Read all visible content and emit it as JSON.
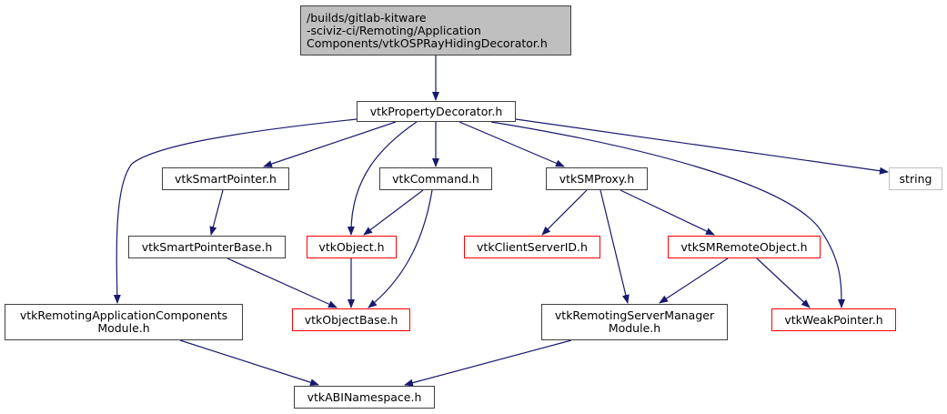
{
  "diagram": {
    "type": "include-dependency-graph",
    "edge_color": "#191970",
    "node_styles": {
      "root": {
        "fill": "#bfbfbf",
        "stroke": "#404040"
      },
      "normal": {
        "fill": "#ffffff",
        "stroke": "#404040"
      },
      "red": {
        "fill": "#ffffff",
        "stroke": "#ff0000"
      },
      "gray": {
        "fill": "#ffffff",
        "stroke": "#bfbfbf"
      }
    },
    "nodes": [
      {
        "id": "root",
        "label": "/builds/gitlab-kitware\n-sciviz-ci/Remoting/Application\nComponents/vtkOSPRayHidingDecorator.h",
        "style": "root"
      },
      {
        "id": "propdec",
        "label": "vtkPropertyDecorator.h",
        "style": "normal"
      },
      {
        "id": "smartptr",
        "label": "vtkSmartPointer.h",
        "style": "normal"
      },
      {
        "id": "command",
        "label": "vtkCommand.h",
        "style": "normal"
      },
      {
        "id": "smproxy",
        "label": "vtkSMProxy.h",
        "style": "normal"
      },
      {
        "id": "string",
        "label": "string",
        "style": "gray"
      },
      {
        "id": "smartptrbase",
        "label": "vtkSmartPointerBase.h",
        "style": "normal"
      },
      {
        "id": "object",
        "label": "vtkObject.h",
        "style": "red"
      },
      {
        "id": "csid",
        "label": "vtkClientServerID.h",
        "style": "red"
      },
      {
        "id": "smremote",
        "label": "vtkSMRemoteObject.h",
        "style": "red"
      },
      {
        "id": "racmodule",
        "label": "vtkRemotingApplicationComponents\nModule.h",
        "style": "normal"
      },
      {
        "id": "objectbase",
        "label": "vtkObjectBase.h",
        "style": "red"
      },
      {
        "id": "rsmmodule",
        "label": "vtkRemotingServerManager\nModule.h",
        "style": "normal"
      },
      {
        "id": "weakptr",
        "label": "vtkWeakPointer.h",
        "style": "red"
      },
      {
        "id": "abins",
        "label": "vtkABINamespace.h",
        "style": "normal"
      }
    ],
    "edges": [
      {
        "from": "root",
        "to": "propdec"
      },
      {
        "from": "propdec",
        "to": "racmodule"
      },
      {
        "from": "propdec",
        "to": "smartptr"
      },
      {
        "from": "propdec",
        "to": "object"
      },
      {
        "from": "propdec",
        "to": "command"
      },
      {
        "from": "propdec",
        "to": "smproxy"
      },
      {
        "from": "propdec",
        "to": "weakptr"
      },
      {
        "from": "propdec",
        "to": "string"
      },
      {
        "from": "smartptr",
        "to": "smartptrbase"
      },
      {
        "from": "smartptrbase",
        "to": "objectbase"
      },
      {
        "from": "command",
        "to": "object"
      },
      {
        "from": "command",
        "to": "objectbase"
      },
      {
        "from": "object",
        "to": "objectbase"
      },
      {
        "from": "smproxy",
        "to": "csid"
      },
      {
        "from": "smproxy",
        "to": "rsmmodule"
      },
      {
        "from": "smproxy",
        "to": "smremote"
      },
      {
        "from": "smremote",
        "to": "rsmmodule"
      },
      {
        "from": "smremote",
        "to": "weakptr"
      },
      {
        "from": "racmodule",
        "to": "abins"
      },
      {
        "from": "rsmmodule",
        "to": "abins"
      }
    ]
  }
}
